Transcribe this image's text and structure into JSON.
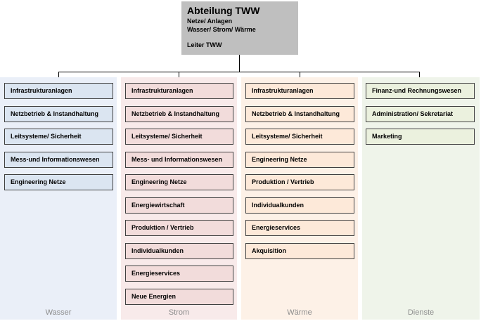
{
  "header": {
    "title": "Abteilung TWW",
    "line1": "Netze/ Anlagen",
    "line2": "Wasser/ Strom/ Wärme",
    "line3": "Leiter TWW"
  },
  "columns": [
    {
      "id": "wasser",
      "label": "Wasser",
      "bg": "#eaeff8",
      "box_fill": "#dbe5f1",
      "items": [
        "Infrastrukturanlagen",
        "Netzbetrieb & Instandhaltung",
        "Leitsysteme/ Sicherheit",
        "Mess-und Informationswesen",
        "Engineering Netze"
      ]
    },
    {
      "id": "strom",
      "label": "Strom",
      "bg": "#f8eaea",
      "box_fill": "#f2dcdb",
      "items": [
        "Infrastrukturanlagen",
        "Netzbetrieb & Instandhaltung",
        "Leitsysteme/ Sicherheit",
        "Mess- und Informationswesen",
        "Engineering Netze",
        "Energiewirtschaft",
        "Produktion / Vertrieb",
        "Individualkunden",
        "Energieservices",
        "Neue Energien"
      ]
    },
    {
      "id": "waerme",
      "label": "Wärme",
      "bg": "#fdf1e7",
      "box_fill": "#fde9d9",
      "items": [
        "Infrastrukturanlagen",
        "Netzbetrieb & Instandhaltung",
        "Leitsysteme/ Sicherheit",
        "Engineering Netze",
        "Produktion / Vertrieb",
        "Individualkunden",
        "Energieservices",
        "Akquisition"
      ]
    },
    {
      "id": "dienste",
      "label": "Dienste",
      "bg": "#eff4ea",
      "box_fill": "#ebf1de",
      "items": [
        "Finanz-und Rechnungswesen",
        "Administration/ Sekretariat",
        "Marketing"
      ]
    }
  ]
}
